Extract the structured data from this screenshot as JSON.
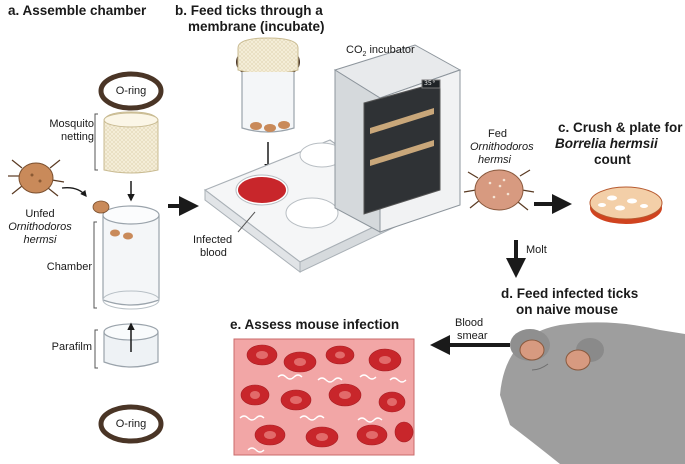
{
  "steps": {
    "a": "a. Assemble chamber",
    "b_line1": "b. Feed ticks through a",
    "b_line2": "membrane (incubate)",
    "c_line1": "c. Crush & plate for",
    "c_line2_italic": "Borrelia hermsii",
    "c_line3": "count",
    "d_line1": "d. Feed infected ticks",
    "d_line2": "on naive mouse",
    "e": "e. Assess mouse infection"
  },
  "labels": {
    "oring_top": "O-ring",
    "oring_bottom": "O-ring",
    "mosquito_line1": "Mosquito",
    "mosquito_line2": "netting",
    "unfed_line1": "Unfed",
    "unfed_line2": "Ornithodoros",
    "unfed_line3": "hermsi",
    "chamber": "Chamber",
    "parafilm": "Parafilm",
    "infected_line1": "Infected",
    "infected_line2": "blood",
    "incubator_prefix": "CO",
    "incubator_sub": "2",
    "incubator_suffix": " incubator",
    "incubator_display": "35°",
    "fed_line1": "Fed",
    "fed_line2": "Ornithodoros",
    "fed_line3": "hermsi",
    "molt": "Molt",
    "blood_smear_line1": "Blood",
    "blood_smear_line2": "smear"
  },
  "colors": {
    "tick_body": "#c98a5a",
    "blood": "#c8262b",
    "smear_bg": "#f2a6a6",
    "mouse": "#9e9e9e",
    "netting": "#f3ecd6"
  }
}
